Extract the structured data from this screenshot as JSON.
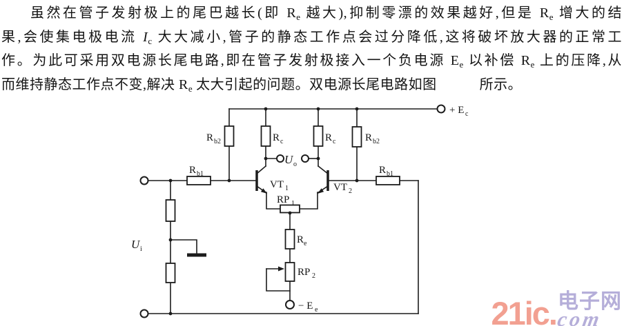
{
  "paragraph": {
    "lines": [
      {
        "indent": true,
        "justify": true,
        "runs": [
          {
            "t": "虽然在管子发射极上的尾巴越长(即 R"
          },
          {
            "t": "e",
            "s": "sub"
          },
          {
            "t": " 越大),抑制零漂的效果越好,但是 R"
          },
          {
            "t": "e",
            "s": "sub"
          },
          {
            "t": " 增大的结"
          }
        ]
      },
      {
        "indent": false,
        "justify": true,
        "runs": [
          {
            "t": "果,会使集电极电流 "
          },
          {
            "t": "I",
            "s": "var"
          },
          {
            "t": "c",
            "s": "sub"
          },
          {
            "t": " 大大减小,管子的静态工作点会过分降低,这将破坏放大器的正常工"
          }
        ]
      },
      {
        "indent": false,
        "justify": true,
        "runs": [
          {
            "t": "作。为此可采用双电源长尾电路,即在管子发射极接入一个负电源 E"
          },
          {
            "t": "e",
            "s": "sub"
          },
          {
            "t": " 以补偿 R"
          },
          {
            "t": "e",
            "s": "sub"
          },
          {
            "t": " 上的压降,从"
          }
        ]
      },
      {
        "indent": false,
        "justify": false,
        "runs": [
          {
            "t": "而维持静态工作点不变,解决 R"
          },
          {
            "t": "e",
            "s": "sub"
          },
          {
            "t": " 太大引起的问题。双电源长尾电路如图"
          },
          {
            "t": " ",
            "s": "gap"
          },
          {
            "t": "所示。"
          }
        ]
      }
    ]
  },
  "circuit": {
    "labels": {
      "ec": {
        "main": "+ E",
        "sub": "c"
      },
      "rb2_left": {
        "main": "R",
        "sub": "b2"
      },
      "rc_left": {
        "main": "R",
        "sub": "c"
      },
      "rc_right": {
        "main": "R",
        "sub": "c"
      },
      "rb2_right": {
        "main": "R",
        "sub": "b2"
      },
      "rb1_left": {
        "main": "R",
        "sub": "b1"
      },
      "rb1_right": {
        "main": "R",
        "sub": "b1"
      },
      "uo": {
        "main": "U",
        "sub": "o"
      },
      "ui": {
        "main": "U",
        "sub": "i"
      },
      "vt1": {
        "main": "VT",
        "sub": "1"
      },
      "vt2": {
        "main": "VT",
        "sub": "2"
      },
      "rp1": {
        "main": "RP",
        "sub": "1"
      },
      "rp2": {
        "main": "RP",
        "sub": "2"
      },
      "re": {
        "main": "R",
        "sub": "e"
      },
      "ee": {
        "main": "− E",
        "sub": "e"
      }
    }
  },
  "watermark": {
    "brand": "21ic.",
    "cn": "电子网",
    "tld": "com",
    "brand_color": "#f2a091",
    "accent_color": "#b5aed9"
  }
}
